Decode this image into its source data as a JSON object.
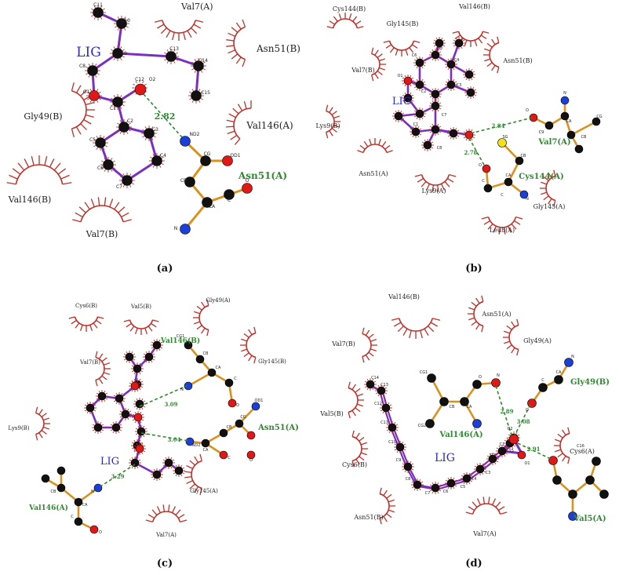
{
  "colors": {
    "ligand_bond": "#7b2fbf",
    "residue_bond": "#d9921f",
    "hbond": "#2f8a2f",
    "hydrophobic": "#c0302a",
    "carbon": "#111111",
    "oxygen": "#e11818",
    "nitrogen": "#1c3fd6",
    "sulfur": "#f2e21c"
  },
  "panels": {
    "a": {
      "caption": "(a)",
      "lig": "LIG",
      "hbond_residues": [
        "Asn51(A)"
      ],
      "hydrophobic": [
        "Val7(A)",
        "Asn51(B)",
        "Gly49(B)",
        "Val146(A)",
        "Val146(B)",
        "Val7(B)"
      ],
      "distances": [
        "2.82"
      ],
      "atoms": [
        "C11",
        "C10",
        "C9",
        "C8",
        "O1",
        "C12",
        "O2",
        "C13",
        "C14",
        "C15",
        "C1",
        "C2",
        "C3",
        "C4",
        "C5",
        "C6",
        "C7",
        "ND2",
        "CG",
        "OD1",
        "CB",
        "CA",
        "C",
        "O",
        "N"
      ]
    },
    "b": {
      "caption": "(b)",
      "lig": "LIG",
      "hbond_residues": [
        "Val7(A)",
        "Cys144(A)"
      ],
      "hydrophobic": [
        "Cys144(B)",
        "Val146(B)",
        "Gly145(B)",
        "Asn51(B)",
        "Val7(B)",
        "Lys9(B)",
        "Asn51(A)",
        "Lys9(A)",
        "Gly145(A)",
        "Leu8(A)"
      ],
      "distances": [
        "2.84",
        "2.78"
      ],
      "atoms": [
        "O1",
        "C6",
        "C5",
        "C4",
        "C3",
        "C2",
        "C1",
        "C7",
        "C8",
        "C9",
        "CA",
        "CB",
        "CG",
        "N",
        "O",
        "SG",
        "C",
        "CA",
        "CB",
        "N",
        "C",
        "O"
      ]
    },
    "c": {
      "caption": "(c)",
      "lig": "LIG",
      "hbond_residues": [
        "Val146(B)",
        "Asn51(A)",
        "Val146(A)"
      ],
      "hydrophobic": [
        "Cys6(B)",
        "Val5(B)",
        "Gly49(A)",
        "Val7(B)",
        "Gly145(B)",
        "Lys9(B)",
        "Gly145(A)",
        "Val7(A)"
      ],
      "distances": [
        "3.09",
        "3.04",
        "3.29"
      ],
      "atoms": [
        "CG1",
        "CB",
        "CA",
        "N",
        "C",
        "O",
        "CB",
        "CG",
        "ND2",
        "OD1",
        "CA",
        "C",
        "O",
        "N",
        "CA",
        "CB",
        "C",
        "O"
      ]
    },
    "d": {
      "caption": "(d)",
      "lig": "LIG",
      "hbond_residues": [
        "Val146(A)",
        "Gly49(B)",
        "Val5(A)"
      ],
      "hydrophobic": [
        "Val146(B)",
        "Asn51(A)",
        "Val7(B)",
        "Gly49(A)",
        "Val5(B)",
        "Cys6(B)",
        "Cys6(A)",
        "Asn51(B)",
        "Val7(A)"
      ],
      "distances": [
        "2.89",
        "3.08",
        "2.91"
      ],
      "atoms": [
        "C14",
        "C13",
        "C12",
        "C11",
        "C10",
        "C9",
        "C8",
        "C7",
        "C6",
        "C5",
        "C4",
        "C3",
        "C2",
        "C1",
        "O2",
        "O1",
        "C15",
        "C16",
        "CG1",
        "CG2",
        "CB",
        "CA",
        "C",
        "O",
        "N",
        "N",
        "CA",
        "C",
        "O"
      ]
    }
  }
}
